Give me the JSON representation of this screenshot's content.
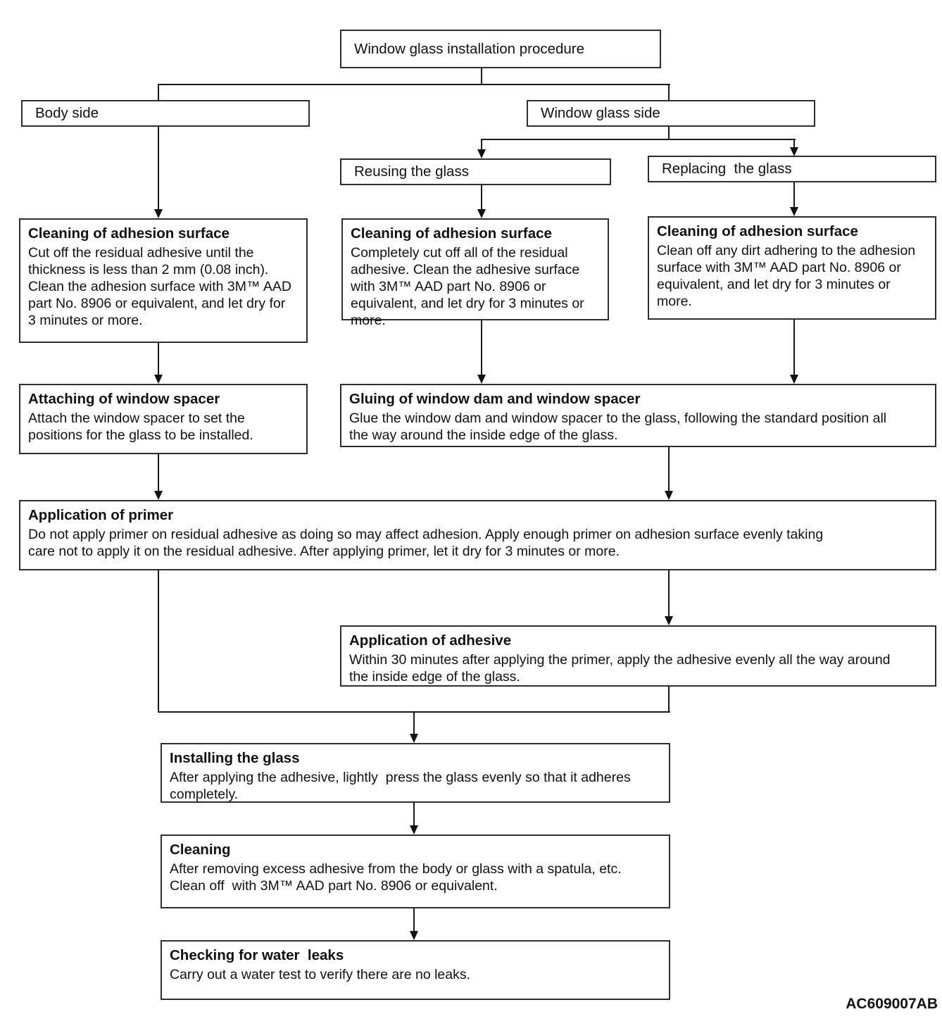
{
  "diagram": {
    "title": "Window glass installation procedure",
    "footer_code": "AC609007AB",
    "colors": {
      "line": "#1a1a1a",
      "box_border": "#2d2d2d",
      "background": "#ffffff",
      "text": "#111111"
    },
    "nodes": {
      "body_side": {
        "label": "Body side"
      },
      "window_glass_side": {
        "label": "Window glass side"
      },
      "reusing_glass": {
        "label": "Reusing the glass"
      },
      "replacing_glass": {
        "label": "Replacing  the glass"
      },
      "cleaning_body": {
        "title": "Cleaning of adhesion surface",
        "body": "Cut off the residual adhesive until the\nthickness is less than 2 mm (0.08 inch).\nClean the adhesion surface with 3M™ AAD\npart No. 8906 or equivalent, and let dry for\n3 minutes or more."
      },
      "cleaning_reuse": {
        "title": "Cleaning of adhesion surface",
        "body": "Completely cut off all of the residual\nadhesive. Clean the adhesive surface\nwith 3M™ AAD part No. 8906 or\nequivalent, and let dry for 3 minutes or\nmore."
      },
      "cleaning_replace": {
        "title": "Cleaning of adhesion surface",
        "body": "Clean off any dirt adhering to the adhesion\nsurface with 3M™ AAD part No. 8906 or\nequivalent, and let dry for 3 minutes or\nmore."
      },
      "attaching_spacer": {
        "title": "Attaching of window spacer",
        "body": "Attach the window spacer to set the\npositions for the glass to be installed."
      },
      "gluing": {
        "title": "Gluing of window dam and window spacer",
        "body": "Glue the window dam and window spacer to the glass, following the standard position all\nthe way around the inside edge of the glass."
      },
      "primer": {
        "title": "Application of primer",
        "body": "Do not apply primer on residual adhesive as doing so may affect adhesion. Apply enough primer on adhesion surface evenly taking\ncare not to apply it on the residual adhesive. After applying primer, let it dry for 3 minutes or more."
      },
      "adhesive": {
        "title": "Application of adhesive",
        "body": "Within 30 minutes after applying the primer, apply the adhesive evenly all the way around\nthe inside edge of the glass."
      },
      "installing": {
        "title": "Installing the glass",
        "body": "After applying the adhesive, lightly  press the glass evenly so that it adheres\ncompletely."
      },
      "cleaning_final": {
        "title": "Cleaning",
        "body": "After removing excess adhesive from the body or glass with a spatula, etc.\nClean off  with 3M™ AAD part No. 8906 or equivalent."
      },
      "water_leaks": {
        "title": "Checking for water  leaks",
        "body": "Carry out a water test to verify there are no leaks."
      }
    }
  }
}
